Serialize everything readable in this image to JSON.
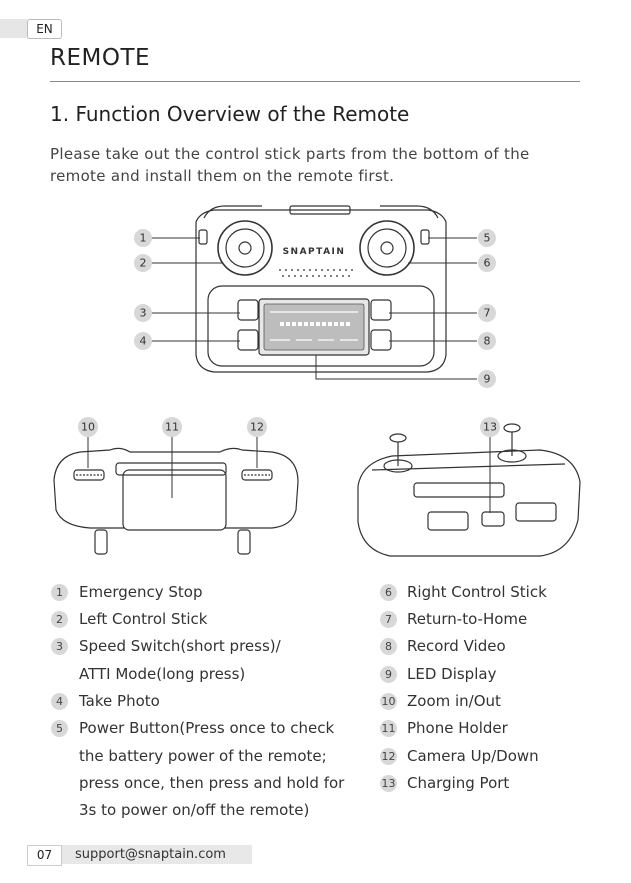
{
  "lang": "EN",
  "title": "REMOTE",
  "section_title": "1. Function Overview of the Remote",
  "intro": "Please take out the control stick parts from the bottom of the remote and install them on the remote first.",
  "brand": "SNAPTAIN",
  "callouts": [
    "1",
    "2",
    "3",
    "4",
    "5",
    "6",
    "7",
    "8",
    "9",
    "10",
    "11",
    "12",
    "13"
  ],
  "legend_left": [
    {
      "num": "1",
      "lines": [
        "Emergency Stop"
      ]
    },
    {
      "num": "2",
      "lines": [
        "Left Control Stick"
      ]
    },
    {
      "num": "3",
      "lines": [
        "Speed Switch(short press)/",
        "ATTI Mode(long press)"
      ]
    },
    {
      "num": "4",
      "lines": [
        "Take Photo"
      ]
    },
    {
      "num": "5",
      "lines": [
        "Power Button(Press once to check",
        "the battery power of the remote;",
        "press once, then press and hold for",
        "3s to power on/off the remote)"
      ]
    }
  ],
  "legend_right": [
    {
      "num": "6",
      "lines": [
        "Right Control Stick"
      ]
    },
    {
      "num": "7",
      "lines": [
        "Return-to-Home"
      ]
    },
    {
      "num": "8",
      "lines": [
        "Record Video"
      ]
    },
    {
      "num": "9",
      "lines": [
        "LED Display"
      ]
    },
    {
      "num": "10",
      "lines": [
        "Zoom in/Out"
      ]
    },
    {
      "num": "11",
      "lines": [
        "Phone Holder"
      ]
    },
    {
      "num": "12",
      "lines": [
        "Camera Up/Down"
      ]
    },
    {
      "num": "13",
      "lines": [
        "Charging Port"
      ]
    }
  ],
  "footer": {
    "page": "07",
    "email": "support@snaptain.com"
  }
}
